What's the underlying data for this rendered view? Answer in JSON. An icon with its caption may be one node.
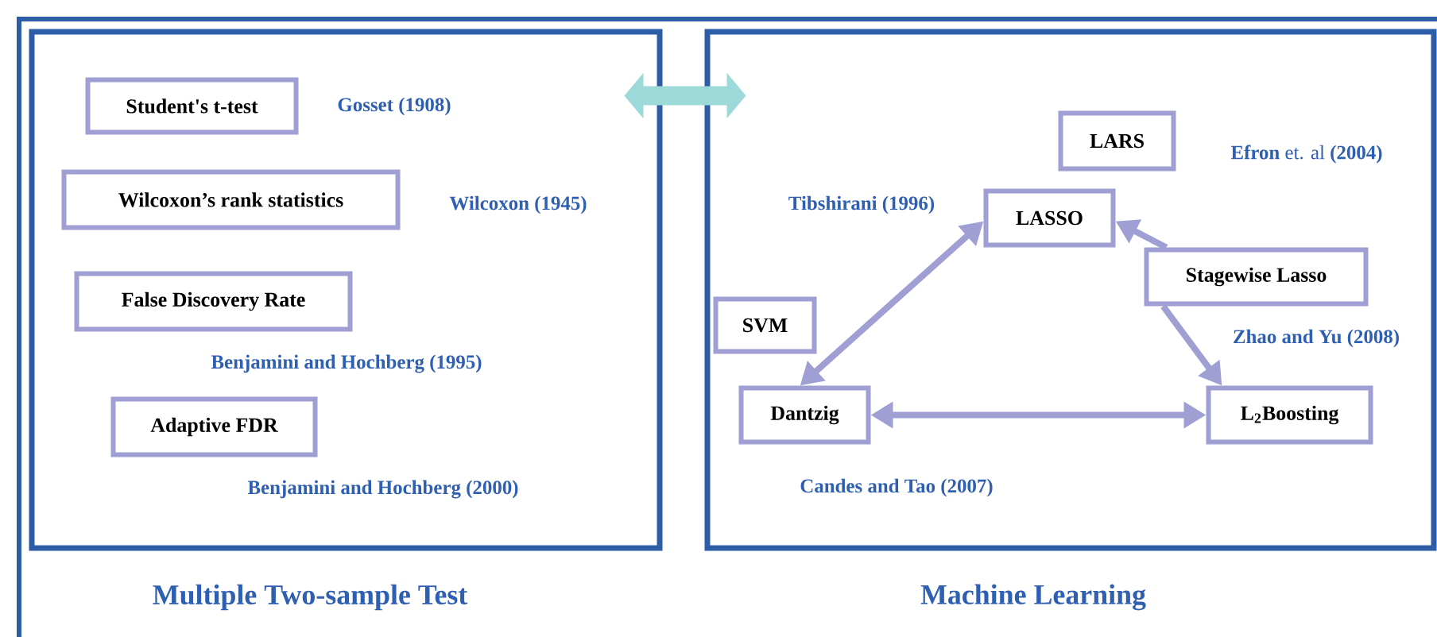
{
  "diagram": {
    "nodes": [
      {
        "text": [
          "Multiple Two-sample Test"
        ]
      },
      {
        "text": [
          "Machine Learning"
        ]
      },
      {
        "text": [
          "Student's t-test"
        ],
        "beside": [
          "Gosset (1908)"
        ],
        "in": 0
      },
      {
        "text": [
          "Wilcoxon’s rank statistics"
        ],
        "beside": [
          "Wilcoxon (1945)"
        ],
        "in": 0
      },
      {
        "text": [
          "False Discovery Rate"
        ],
        "beside": [
          "Benjamini and Hochberg (1995)"
        ],
        "in": 0
      },
      {
        "text": [
          "Adaptive FDR"
        ],
        "beside": [
          "Benjamini and Hochberg (2000)"
        ],
        "in": 0
      },
      {
        "text": [
          "LARS"
        ],
        "beside": [
          "**Efron** et. al **(2004)**"
        ],
        "in": 1
      },
      {
        "text": [
          "LASSO"
        ],
        "beside": [
          "Tibshirani (1996)"
        ],
        "in": 1
      },
      {
        "text": [
          "Stagewise Lasso"
        ],
        "beside": [
          "Zhao and Yu (2008)"
        ],
        "in": 1
      },
      {
        "text": [
          "SVM"
        ],
        "in": 1
      },
      {
        "text": [
          "Dantzig"
        ],
        "beside": [
          "Candes and Tao (2007)"
        ],
        "in": 1
      },
      {
        "text": [
          "L$_{2}$Boosting"
        ],
        "in": 1
      }
    ],
    "edges": [
      {
        "from": 0,
        "to": 1,
        "arrow": "both",
        "style": "thick",
        "color": "#9dd9d9"
      },
      {
        "from": 10,
        "to": 7,
        "arrow": "both"
      },
      {
        "from": 8,
        "to": 7,
        "arrow": "to"
      },
      {
        "from": 8,
        "to": 11,
        "arrow": "to"
      },
      {
        "from": 10,
        "to": 11,
        "arrow": "both"
      }
    ]
  }
}
